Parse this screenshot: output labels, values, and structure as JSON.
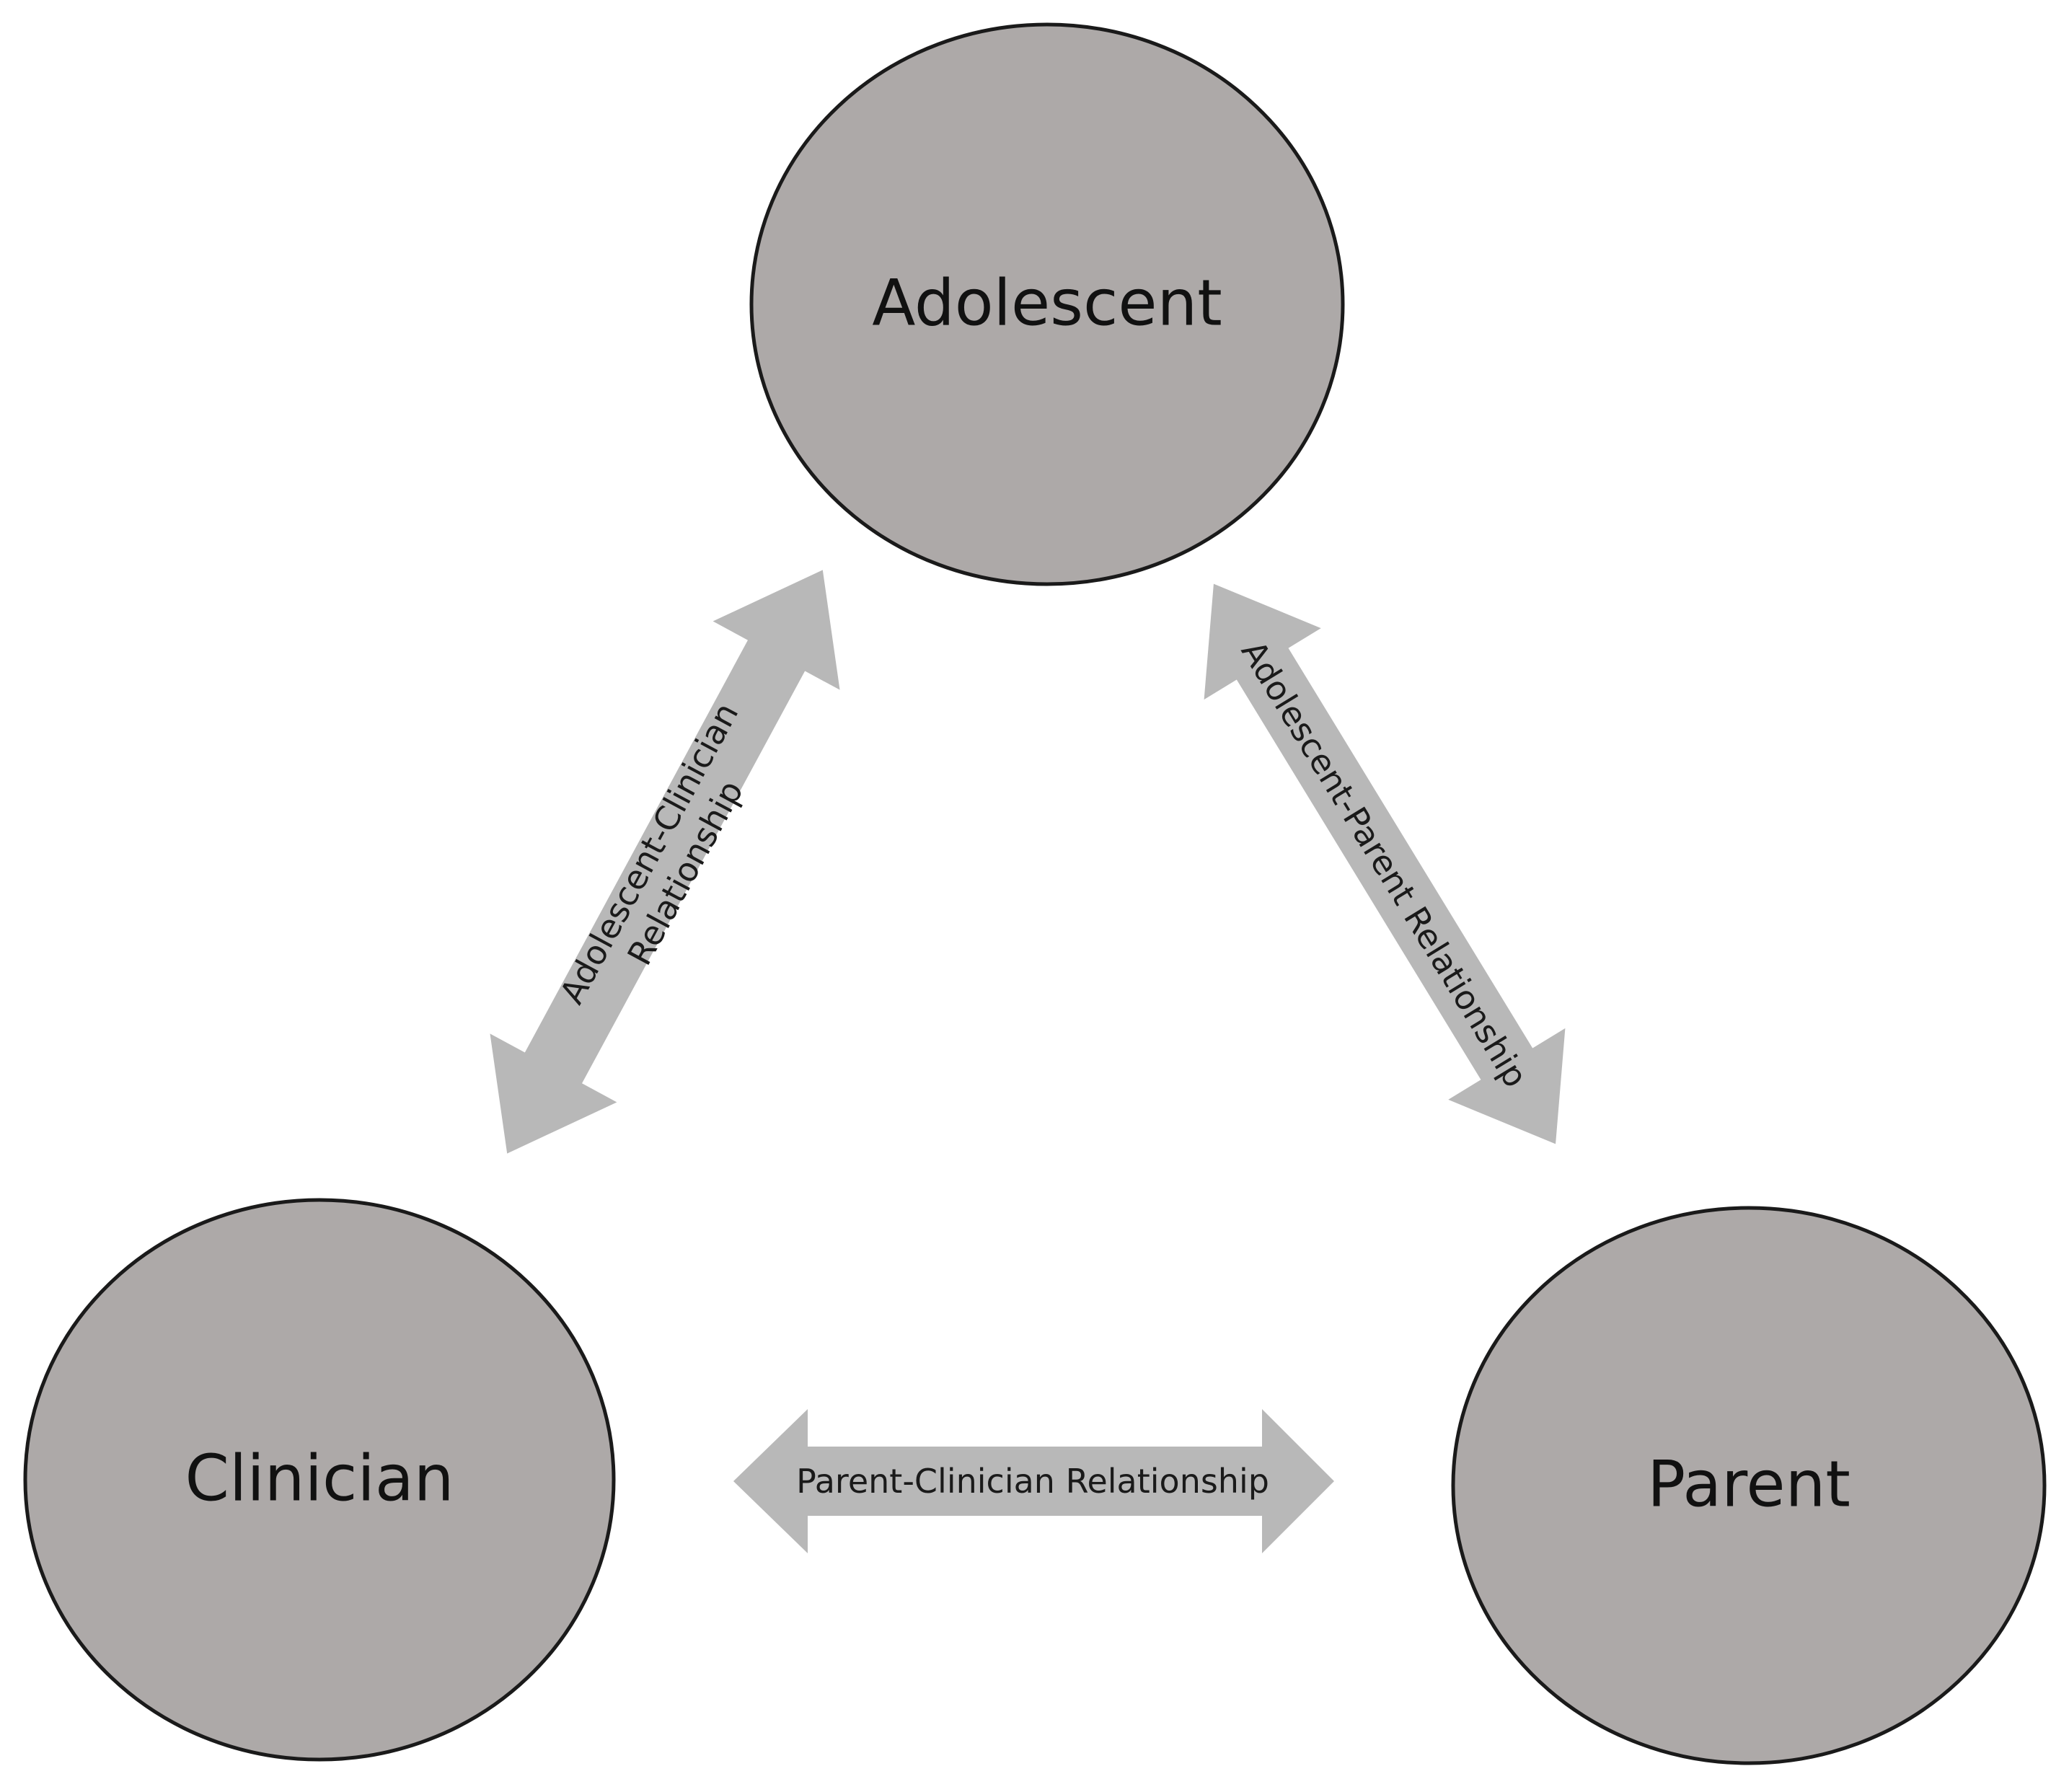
{
  "nodes": {
    "adolescent": {
      "label": "Adolescent"
    },
    "clinician": {
      "label": "Clinician"
    },
    "parent": {
      "label": "Parent"
    }
  },
  "relationships": {
    "adolescent_clinician": {
      "line1": "Adolescent-Clinician",
      "line2": "Relationship"
    },
    "adolescent_parent": {
      "label": "Adolescent-Parent Relationship"
    },
    "parent_clinician": {
      "label": "Parent-Clinician Relationship"
    }
  },
  "colors": {
    "node_fill": "#ada9a8",
    "node_stroke": "#1a1a1a",
    "arrow_fill": "#b8b8b8",
    "background": "#ffffff"
  }
}
